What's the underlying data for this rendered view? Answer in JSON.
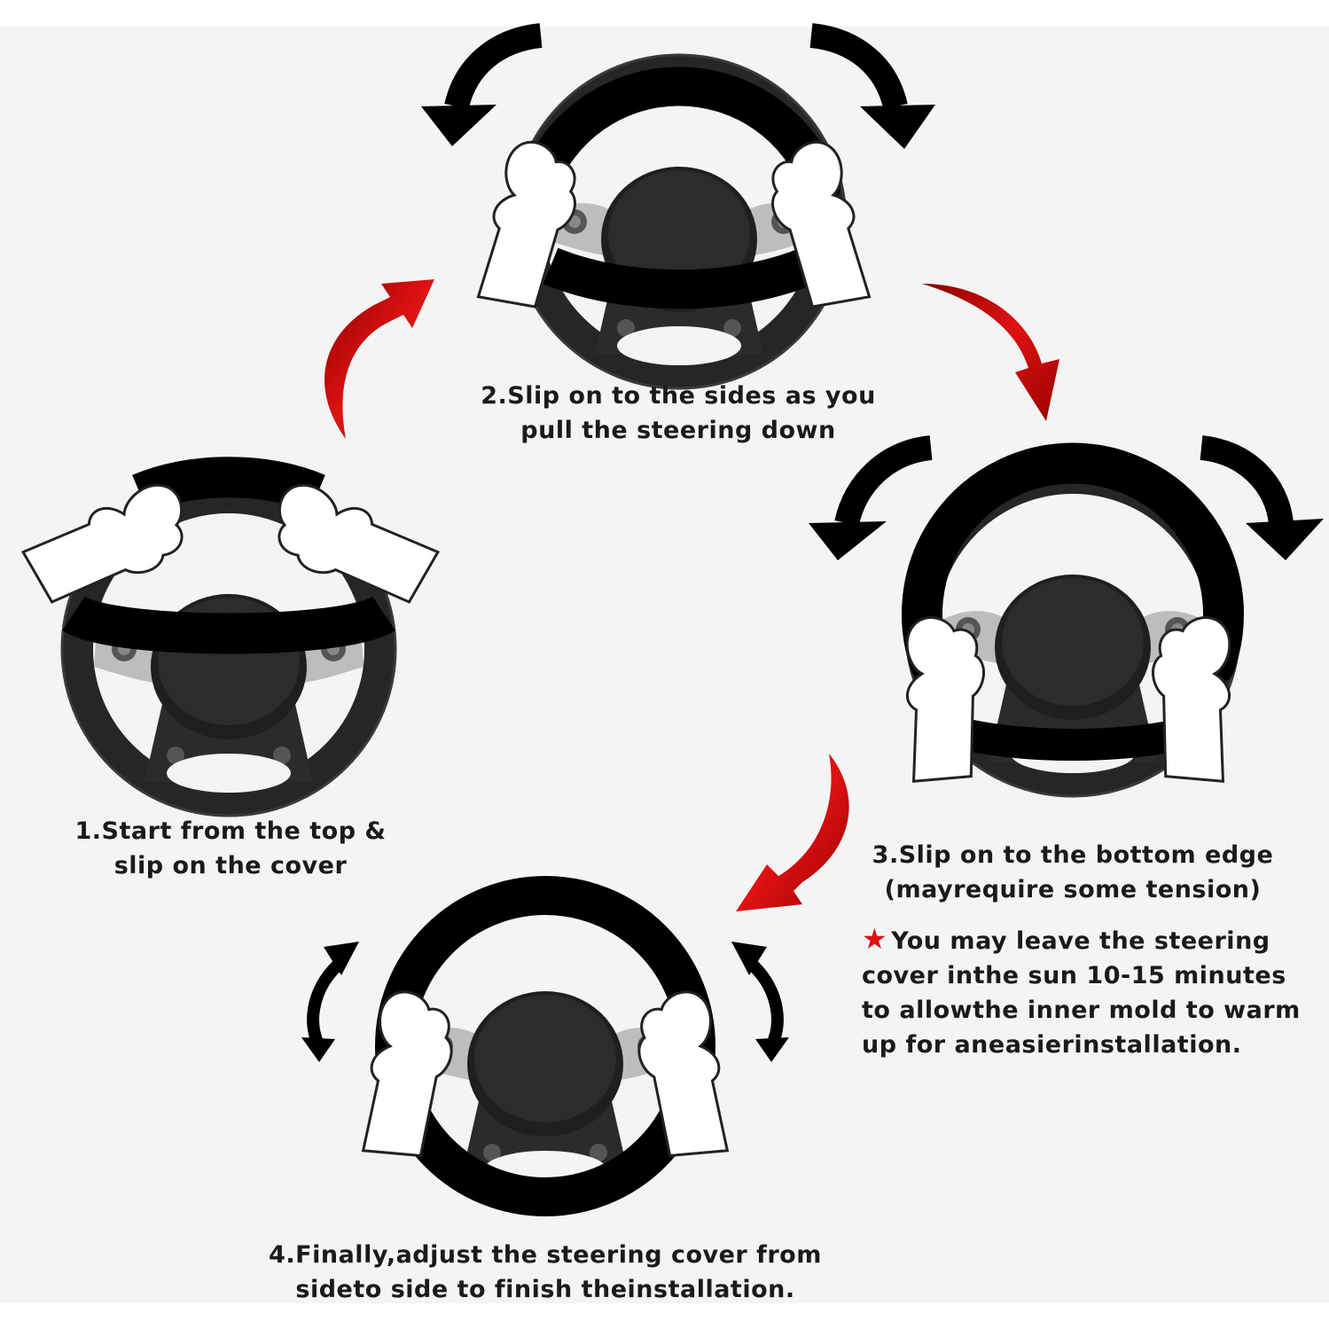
{
  "steps": [
    {
      "lines": [
        "1.Start from the top &",
        "slip on the cover"
      ]
    },
    {
      "lines": [
        "2.Slip on to the sides as you",
        "pull the steering down"
      ]
    },
    {
      "lines": [
        "3.Slip on to the bottom edge",
        "(mayrequire some tension)"
      ]
    },
    {
      "lines": [
        "4.Finally,adjust the steering cover from",
        "sideto side to finish theinstallation."
      ]
    }
  ],
  "tip": {
    "icon": "star-icon",
    "lines": [
      "You may leave the steering",
      "cover inthe sun 10-15 minutes",
      "to allowthe inner mold to warm",
      "up for aneasierinstallation."
    ]
  },
  "colors": {
    "background": "#f4f4f4",
    "wheel": "#2a2a2a",
    "cover": "#000000",
    "arrow_red": "#d40d0d",
    "arrow_black": "#000000"
  }
}
